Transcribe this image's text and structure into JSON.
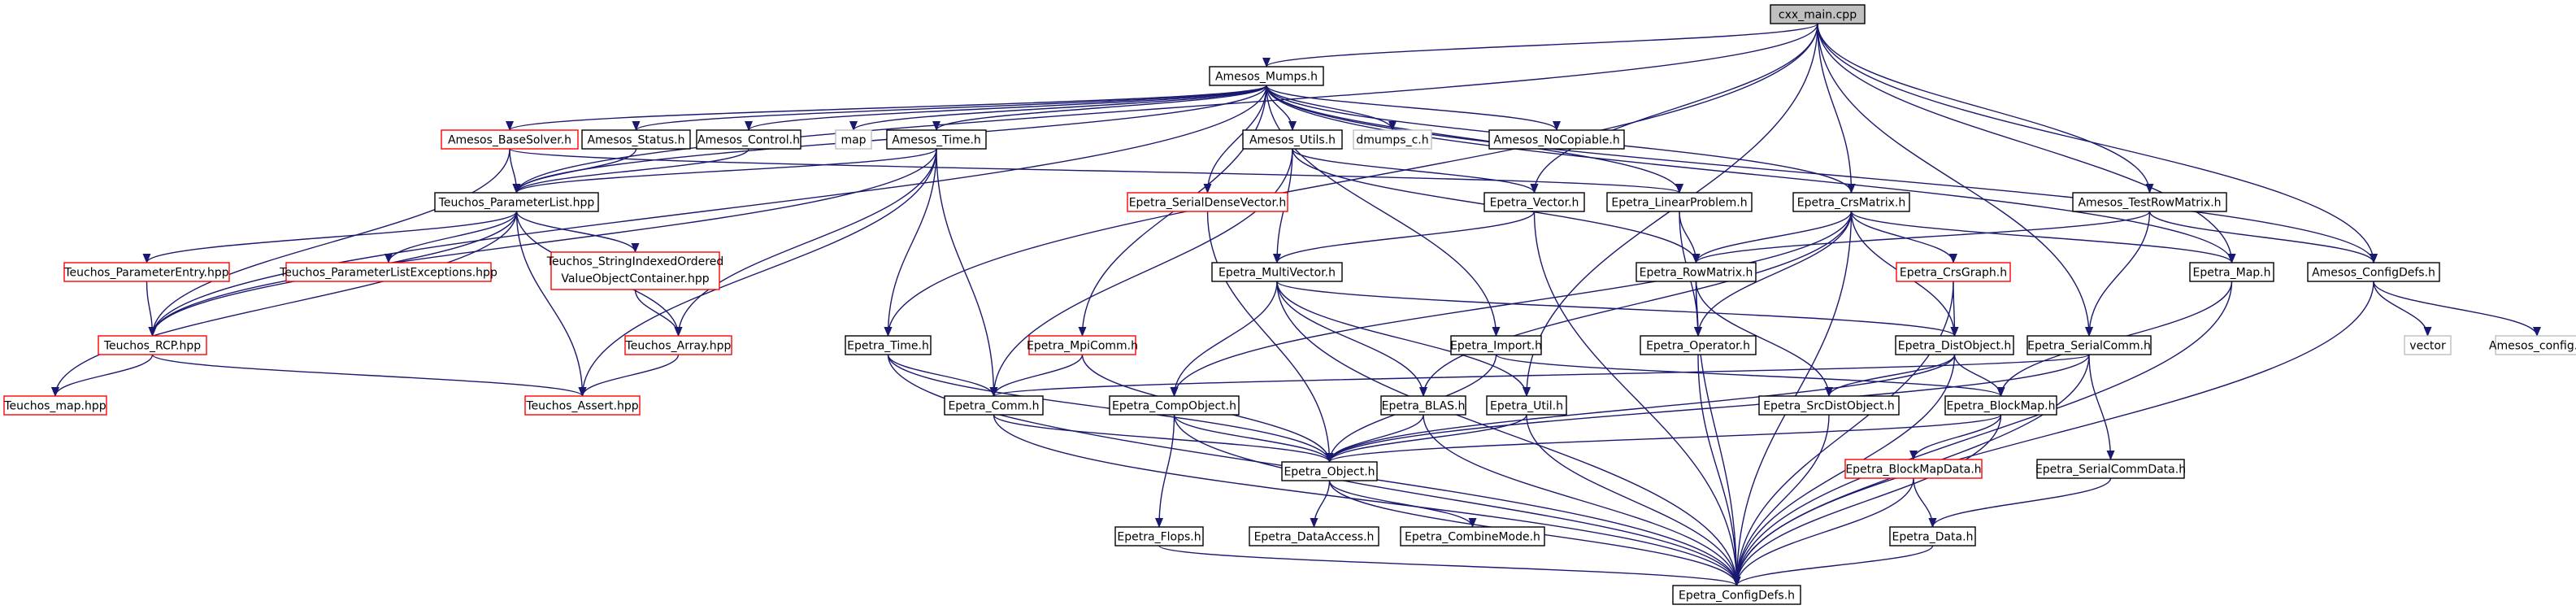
{
  "colors": {
    "edge": "#191970",
    "node_border_normal": "#000000",
    "node_border_external": "#ff0000",
    "node_border_missing": "#bfbfbf",
    "root_fill": "#bfbfbf",
    "background": "#ffffff"
  },
  "nodes": [
    {
      "id": "cxx_main",
      "label": "cxx_main.cpp",
      "kind": "root"
    },
    {
      "id": "amesos_mumps",
      "label": "Amesos_Mumps.h",
      "kind": "normal"
    },
    {
      "id": "amesos_basesolver",
      "label": "Amesos_BaseSolver.h",
      "kind": "external"
    },
    {
      "id": "amesos_status",
      "label": "Amesos_Status.h",
      "kind": "normal"
    },
    {
      "id": "amesos_control",
      "label": "Amesos_Control.h",
      "kind": "normal"
    },
    {
      "id": "map",
      "label": "map",
      "kind": "missing"
    },
    {
      "id": "amesos_time",
      "label": "Amesos_Time.h",
      "kind": "normal"
    },
    {
      "id": "amesos_utils",
      "label": "Amesos_Utils.h",
      "kind": "normal"
    },
    {
      "id": "dmumps_c",
      "label": "dmumps_c.h",
      "kind": "missing"
    },
    {
      "id": "amesos_nocopiable",
      "label": "Amesos_NoCopiable.h",
      "kind": "normal"
    },
    {
      "id": "teuchos_paramlist",
      "label": "Teuchos_ParameterList.hpp",
      "kind": "normal"
    },
    {
      "id": "epetra_serialdensevector",
      "label": "Epetra_SerialDenseVector.h",
      "kind": "external"
    },
    {
      "id": "epetra_vector",
      "label": "Epetra_Vector.h",
      "kind": "normal"
    },
    {
      "id": "epetra_linearproblem",
      "label": "Epetra_LinearProblem.h",
      "kind": "normal"
    },
    {
      "id": "epetra_crsmatrix",
      "label": "Epetra_CrsMatrix.h",
      "kind": "normal"
    },
    {
      "id": "amesos_testrowmatrix",
      "label": "Amesos_TestRowMatrix.h",
      "kind": "normal"
    },
    {
      "id": "teuchos_paramentry",
      "label": "Teuchos_ParameterEntry.hpp",
      "kind": "external"
    },
    {
      "id": "teuchos_paramlistexc",
      "label": "Teuchos_ParameterListExceptions.hpp",
      "kind": "external"
    },
    {
      "id": "teuchos_stringindexed_1",
      "label": "Teuchos_StringIndexedOrdered",
      "kind": "external"
    },
    {
      "id": "epetra_multivector",
      "label": "Epetra_MultiVector.h",
      "kind": "normal"
    },
    {
      "id": "epetra_rowmatrix",
      "label": "Epetra_RowMatrix.h",
      "kind": "normal"
    },
    {
      "id": "epetra_crsgraph",
      "label": "Epetra_CrsGraph.h",
      "kind": "external"
    },
    {
      "id": "epetra_map",
      "label": "Epetra_Map.h",
      "kind": "normal"
    },
    {
      "id": "amesos_configdefs",
      "label": "Amesos_ConfigDefs.h",
      "kind": "normal"
    },
    {
      "id": "teuchos_rcp",
      "label": "Teuchos_RCP.hpp",
      "kind": "external"
    },
    {
      "id": "teuchos_array",
      "label": "Teuchos_Array.hpp",
      "kind": "external"
    },
    {
      "id": "epetra_time",
      "label": "Epetra_Time.h",
      "kind": "normal"
    },
    {
      "id": "epetra_mpicomm",
      "label": "Epetra_MpiComm.h",
      "kind": "external"
    },
    {
      "id": "epetra_import",
      "label": "Epetra_Import.h",
      "kind": "normal"
    },
    {
      "id": "epetra_operator",
      "label": "Epetra_Operator.h",
      "kind": "normal"
    },
    {
      "id": "epetra_distobject",
      "label": "Epetra_DistObject.h",
      "kind": "normal"
    },
    {
      "id": "epetra_serialcomm",
      "label": "Epetra_SerialComm.h",
      "kind": "normal"
    },
    {
      "id": "vector",
      "label": "vector",
      "kind": "missing"
    },
    {
      "id": "amesos_config",
      "label": "Amesos_config.h",
      "kind": "missing"
    },
    {
      "id": "teuchos_map",
      "label": "Teuchos_map.hpp",
      "kind": "external"
    },
    {
      "id": "teuchos_assert",
      "label": "Teuchos_Assert.hpp",
      "kind": "external"
    },
    {
      "id": "epetra_comm",
      "label": "Epetra_Comm.h",
      "kind": "normal"
    },
    {
      "id": "epetra_compobject",
      "label": "Epetra_CompObject.h",
      "kind": "normal"
    },
    {
      "id": "epetra_blas",
      "label": "Epetra_BLAS.h",
      "kind": "normal"
    },
    {
      "id": "epetra_util",
      "label": "Epetra_Util.h",
      "kind": "normal"
    },
    {
      "id": "epetra_srcdistobject",
      "label": "Epetra_SrcDistObject.h",
      "kind": "normal"
    },
    {
      "id": "epetra_blockmap",
      "label": "Epetra_BlockMap.h",
      "kind": "normal"
    },
    {
      "id": "epetra_object",
      "label": "Epetra_Object.h",
      "kind": "normal"
    },
    {
      "id": "epetra_blockmapdata",
      "label": "Epetra_BlockMapData.h",
      "kind": "external"
    },
    {
      "id": "epetra_serialcommdata",
      "label": "Epetra_SerialCommData.h",
      "kind": "normal"
    },
    {
      "id": "epetra_flops",
      "label": "Epetra_Flops.h",
      "kind": "normal"
    },
    {
      "id": "epetra_dataaccess",
      "label": "Epetra_DataAccess.h",
      "kind": "normal"
    },
    {
      "id": "epetra_combinemode",
      "label": "Epetra_CombineMode.h",
      "kind": "normal"
    },
    {
      "id": "epetra_data",
      "label": "Epetra_Data.h",
      "kind": "normal"
    },
    {
      "id": "epetra_configdefs",
      "label": "Epetra_ConfigDefs.h",
      "kind": "normal"
    }
  ],
  "extra_labels": {
    "teuchos_stringindexed_2": "ValueObjectContainer.hpp"
  },
  "edges": [
    [
      "cxx_main",
      "amesos_mumps"
    ],
    [
      "cxx_main",
      "epetra_vector"
    ],
    [
      "cxx_main",
      "epetra_crsmatrix"
    ],
    [
      "cxx_main",
      "amesos_testrowmatrix"
    ],
    [
      "cxx_main",
      "epetra_map"
    ],
    [
      "cxx_main",
      "amesos_configdefs"
    ],
    [
      "cxx_main",
      "epetra_time"
    ],
    [
      "cxx_main",
      "epetra_serialcomm"
    ],
    [
      "cxx_main",
      "teuchos_paramlist"
    ],
    [
      "cxx_main",
      "epetra_util"
    ],
    [
      "amesos_mumps",
      "amesos_basesolver"
    ],
    [
      "amesos_mumps",
      "amesos_status"
    ],
    [
      "amesos_mumps",
      "amesos_control"
    ],
    [
      "amesos_mumps",
      "map"
    ],
    [
      "amesos_mumps",
      "amesos_time"
    ],
    [
      "amesos_mumps",
      "amesos_utils"
    ],
    [
      "amesos_mumps",
      "dmumps_c"
    ],
    [
      "amesos_mumps",
      "amesos_nocopiable"
    ],
    [
      "amesos_mumps",
      "epetra_linearproblem"
    ],
    [
      "amesos_mumps",
      "epetra_crsmatrix"
    ],
    [
      "amesos_mumps",
      "epetra_map"
    ],
    [
      "amesos_mumps",
      "amesos_configdefs"
    ],
    [
      "amesos_mumps",
      "epetra_import"
    ],
    [
      "amesos_mumps",
      "epetra_serialdensevector"
    ],
    [
      "amesos_mumps",
      "epetra_mpicomm"
    ],
    [
      "amesos_mumps",
      "teuchos_rcp"
    ],
    [
      "amesos_mumps",
      "teuchos_paramlist"
    ],
    [
      "amesos_basesolver",
      "teuchos_paramlist"
    ],
    [
      "amesos_basesolver",
      "epetra_linearproblem"
    ],
    [
      "amesos_basesolver",
      "teuchos_rcp"
    ],
    [
      "amesos_status",
      "teuchos_paramlist"
    ],
    [
      "amesos_control",
      "teuchos_paramlist"
    ],
    [
      "amesos_time",
      "teuchos_paramlist"
    ],
    [
      "amesos_time",
      "epetra_time"
    ],
    [
      "amesos_time",
      "epetra_comm"
    ],
    [
      "amesos_time",
      "teuchos_rcp"
    ],
    [
      "amesos_time",
      "teuchos_array"
    ],
    [
      "amesos_time",
      "teuchos_assert"
    ],
    [
      "amesos_utils",
      "epetra_multivector"
    ],
    [
      "amesos_utils",
      "epetra_vector"
    ],
    [
      "amesos_utils",
      "epetra_rowmatrix"
    ],
    [
      "amesos_utils",
      "epetra_comm"
    ],
    [
      "teuchos_paramlist",
      "teuchos_paramentry"
    ],
    [
      "teuchos_paramlist",
      "teuchos_paramlistexc"
    ],
    [
      "teuchos_paramlist",
      "teuchos_stringindexed_1"
    ],
    [
      "teuchos_paramlist",
      "teuchos_rcp"
    ],
    [
      "teuchos_paramlist",
      "teuchos_array"
    ],
    [
      "teuchos_paramlist",
      "teuchos_assert"
    ],
    [
      "teuchos_paramlist",
      "teuchos_map"
    ],
    [
      "teuchos_paramentry",
      "teuchos_rcp"
    ],
    [
      "teuchos_stringindexed_1",
      "teuchos_array"
    ],
    [
      "teuchos_rcp",
      "teuchos_map"
    ],
    [
      "teuchos_rcp",
      "teuchos_assert"
    ],
    [
      "teuchos_array",
      "teuchos_assert"
    ],
    [
      "epetra_serialdensevector",
      "epetra_object"
    ],
    [
      "epetra_vector",
      "epetra_multivector"
    ],
    [
      "epetra_vector",
      "epetra_configdefs"
    ],
    [
      "epetra_linearproblem",
      "epetra_rowmatrix"
    ],
    [
      "epetra_linearproblem",
      "epetra_operator"
    ],
    [
      "epetra_crsmatrix",
      "epetra_rowmatrix"
    ],
    [
      "epetra_crsmatrix",
      "epetra_crsgraph"
    ],
    [
      "epetra_crsmatrix",
      "epetra_map"
    ],
    [
      "epetra_crsmatrix",
      "epetra_distobject"
    ],
    [
      "epetra_crsmatrix",
      "epetra_operator"
    ],
    [
      "epetra_crsmatrix",
      "epetra_compobject"
    ],
    [
      "epetra_crsmatrix",
      "epetra_blas"
    ],
    [
      "epetra_crsmatrix",
      "epetra_configdefs"
    ],
    [
      "amesos_testrowmatrix",
      "epetra_rowmatrix"
    ],
    [
      "amesos_testrowmatrix",
      "amesos_configdefs"
    ],
    [
      "amesos_testrowmatrix",
      "epetra_serialcomm"
    ],
    [
      "epetra_multivector",
      "epetra_distobject"
    ],
    [
      "epetra_multivector",
      "epetra_compobject"
    ],
    [
      "epetra_multivector",
      "epetra_blas"
    ],
    [
      "epetra_multivector",
      "epetra_util"
    ],
    [
      "epetra_multivector",
      "epetra_configdefs"
    ],
    [
      "epetra_rowmatrix",
      "epetra_operator"
    ],
    [
      "epetra_rowmatrix",
      "epetra_srcdistobject"
    ],
    [
      "epetra_rowmatrix",
      "epetra_configdefs"
    ],
    [
      "epetra_crsgraph",
      "epetra_distobject"
    ],
    [
      "epetra_crsgraph",
      "epetra_configdefs"
    ],
    [
      "epetra_map",
      "epetra_blockmap"
    ],
    [
      "epetra_map",
      "epetra_configdefs"
    ],
    [
      "amesos_configdefs",
      "vector"
    ],
    [
      "amesos_configdefs",
      "amesos_config"
    ],
    [
      "amesos_configdefs",
      "epetra_configdefs"
    ],
    [
      "epetra_time",
      "epetra_comm"
    ],
    [
      "epetra_time",
      "epetra_object"
    ],
    [
      "epetra_time",
      "epetra_configdefs"
    ],
    [
      "epetra_mpicomm",
      "epetra_comm"
    ],
    [
      "epetra_mpicomm",
      "epetra_object"
    ],
    [
      "epetra_import",
      "epetra_object"
    ],
    [
      "epetra_import",
      "epetra_blockmap"
    ],
    [
      "epetra_operator",
      "epetra_configdefs"
    ],
    [
      "epetra_distobject",
      "epetra_srcdistobject"
    ],
    [
      "epetra_distobject",
      "epetra_blockmap"
    ],
    [
      "epetra_distobject",
      "epetra_object"
    ],
    [
      "epetra_distobject",
      "epetra_configdefs"
    ],
    [
      "epetra_serialcomm",
      "epetra_comm"
    ],
    [
      "epetra_serialcomm",
      "epetra_object"
    ],
    [
      "epetra_serialcomm",
      "epetra_serialcommdata"
    ],
    [
      "epetra_serialcomm",
      "epetra_configdefs"
    ],
    [
      "epetra_comm",
      "epetra_object"
    ],
    [
      "epetra_comm",
      "epetra_configdefs"
    ],
    [
      "epetra_compobject",
      "epetra_object"
    ],
    [
      "epetra_compobject",
      "epetra_flops"
    ],
    [
      "epetra_compobject",
      "epetra_configdefs"
    ],
    [
      "epetra_blas",
      "epetra_object"
    ],
    [
      "epetra_blas",
      "epetra_configdefs"
    ],
    [
      "epetra_util",
      "epetra_object"
    ],
    [
      "epetra_util",
      "epetra_configdefs"
    ],
    [
      "epetra_srcdistobject",
      "epetra_configdefs"
    ],
    [
      "epetra_blockmap",
      "epetra_object"
    ],
    [
      "epetra_blockmap",
      "epetra_blockmapdata"
    ],
    [
      "epetra_blockmap",
      "epetra_configdefs"
    ],
    [
      "epetra_object",
      "epetra_dataaccess"
    ],
    [
      "epetra_object",
      "epetra_combinemode"
    ],
    [
      "epetra_object",
      "epetra_configdefs"
    ],
    [
      "epetra_blockmapdata",
      "epetra_data"
    ],
    [
      "epetra_blockmapdata",
      "epetra_configdefs"
    ],
    [
      "epetra_serialcommdata",
      "epetra_data"
    ],
    [
      "epetra_flops",
      "epetra_configdefs"
    ],
    [
      "epetra_data",
      "epetra_configdefs"
    ]
  ]
}
